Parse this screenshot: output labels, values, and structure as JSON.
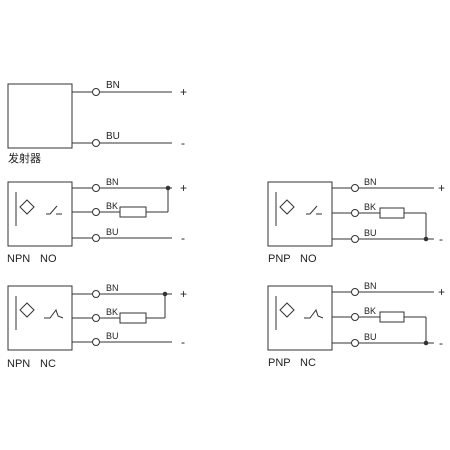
{
  "emitter": {
    "wires": {
      "top": "BN",
      "bottom": "BU"
    },
    "terminals": {
      "plus": "+",
      "minus": "-"
    },
    "caption": "发射器"
  },
  "npn_no": {
    "wires": {
      "top": "BN",
      "mid": "BK",
      "bottom": "BU"
    },
    "terminals": {
      "plus": "+",
      "minus": "-"
    },
    "caption": {
      "type": "NPN",
      "mode": "NO"
    }
  },
  "pnp_no": {
    "wires": {
      "top": "BN",
      "mid": "BK",
      "bottom": "BU"
    },
    "terminals": {
      "plus": "+",
      "minus": "-"
    },
    "caption": {
      "type": "PNP",
      "mode": "NO"
    }
  },
  "npn_nc": {
    "wires": {
      "top": "BN",
      "mid": "BK",
      "bottom": "BU"
    },
    "terminals": {
      "plus": "+",
      "minus": "-"
    },
    "caption": {
      "type": "NPN",
      "mode": "NC"
    }
  },
  "pnp_nc": {
    "wires": {
      "top": "BN",
      "mid": "BK",
      "bottom": "BU"
    },
    "terminals": {
      "plus": "+",
      "minus": "-"
    },
    "caption": {
      "type": "PNP",
      "mode": "NC"
    }
  },
  "colors": {
    "line": "#333333",
    "text": "#222222",
    "background": "#ffffff"
  }
}
